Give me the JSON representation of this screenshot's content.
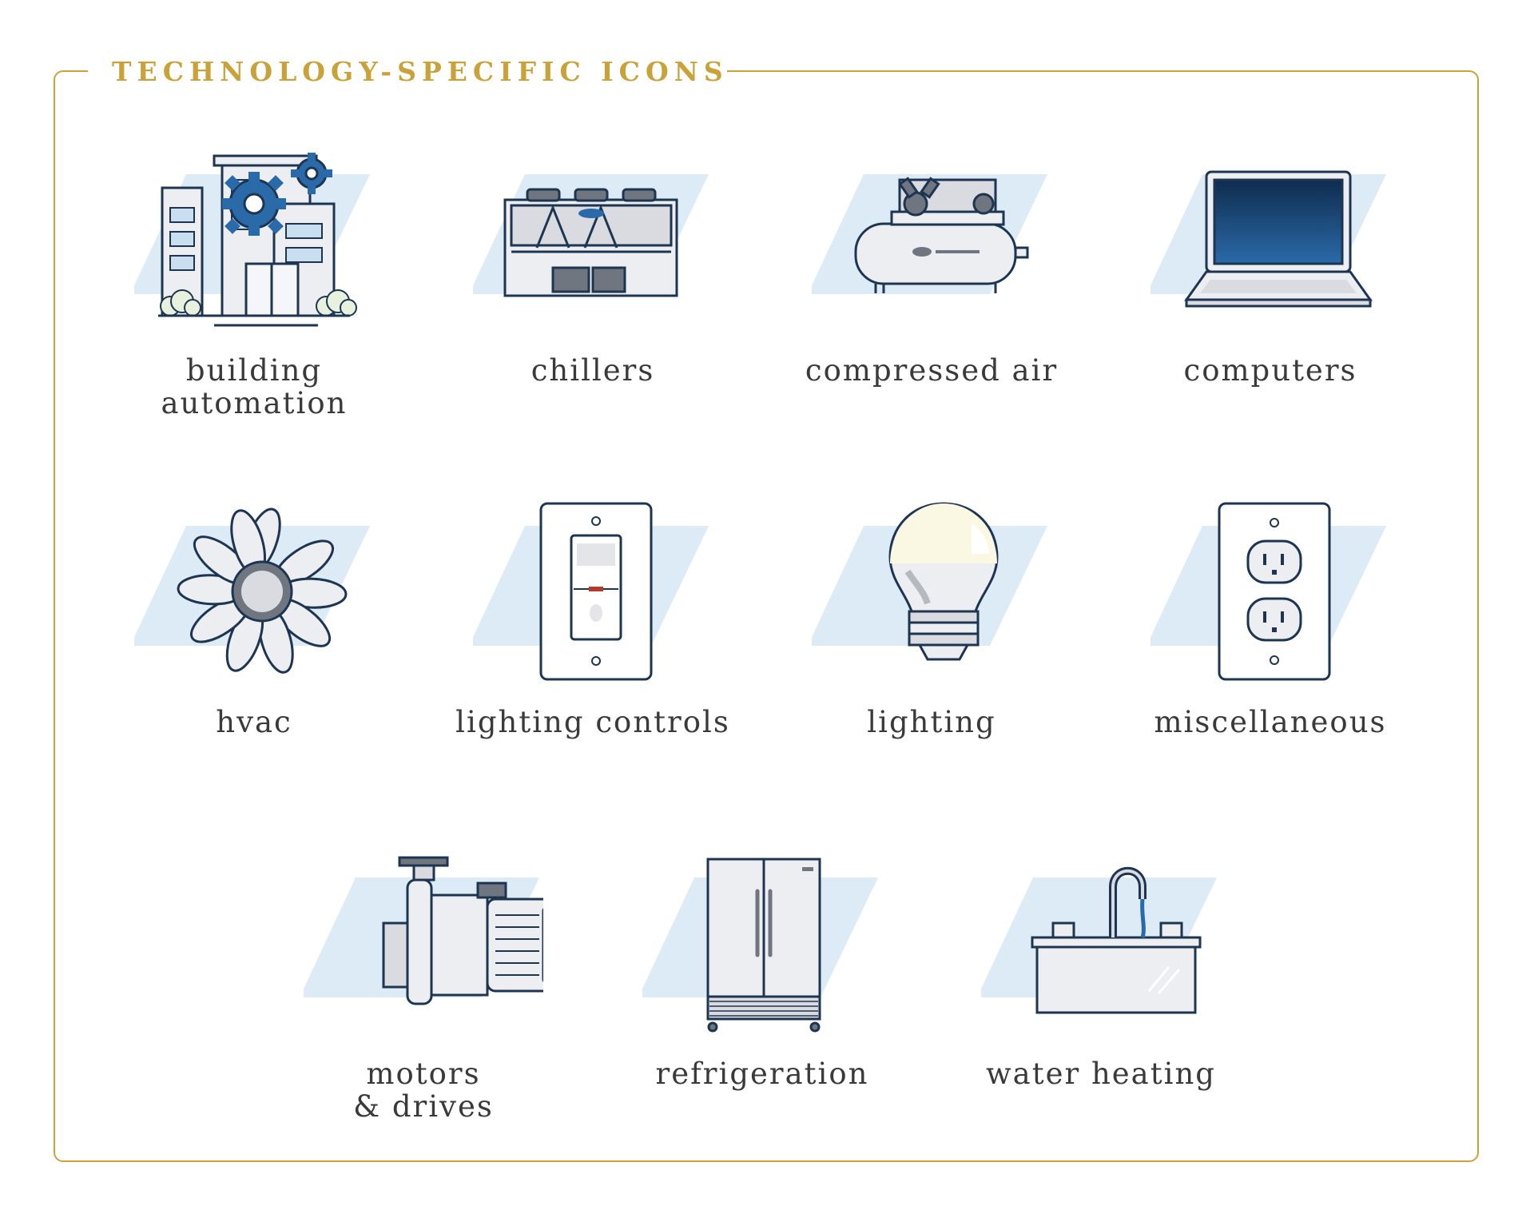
{
  "title": "TECHNOLOGY-SPECIFIC ICONS",
  "colors": {
    "accent_gold": "#c9a33a",
    "icon_stroke": "#1d3551",
    "icon_blue": "#2a6aa8",
    "backdrop_blue": "#dcebf5",
    "label_text": "#3a3a3a"
  },
  "icons": [
    {
      "label": "building\nautomation",
      "icon": "building-gears-icon"
    },
    {
      "label": "chillers",
      "icon": "chiller-unit-icon"
    },
    {
      "label": "compressed air",
      "icon": "air-compressor-icon"
    },
    {
      "label": "computers",
      "icon": "laptop-icon"
    },
    {
      "label": "hvac",
      "icon": "fan-icon"
    },
    {
      "label": "lighting controls",
      "icon": "light-switch-icon"
    },
    {
      "label": "lighting",
      "icon": "light-bulb-icon"
    },
    {
      "label": "miscellaneous",
      "icon": "power-outlet-icon"
    },
    {
      "label": "motors\n& drives",
      "icon": "motor-pump-icon"
    },
    {
      "label": "refrigeration",
      "icon": "refrigerator-icon"
    },
    {
      "label": "water heating",
      "icon": "sink-faucet-icon"
    }
  ]
}
